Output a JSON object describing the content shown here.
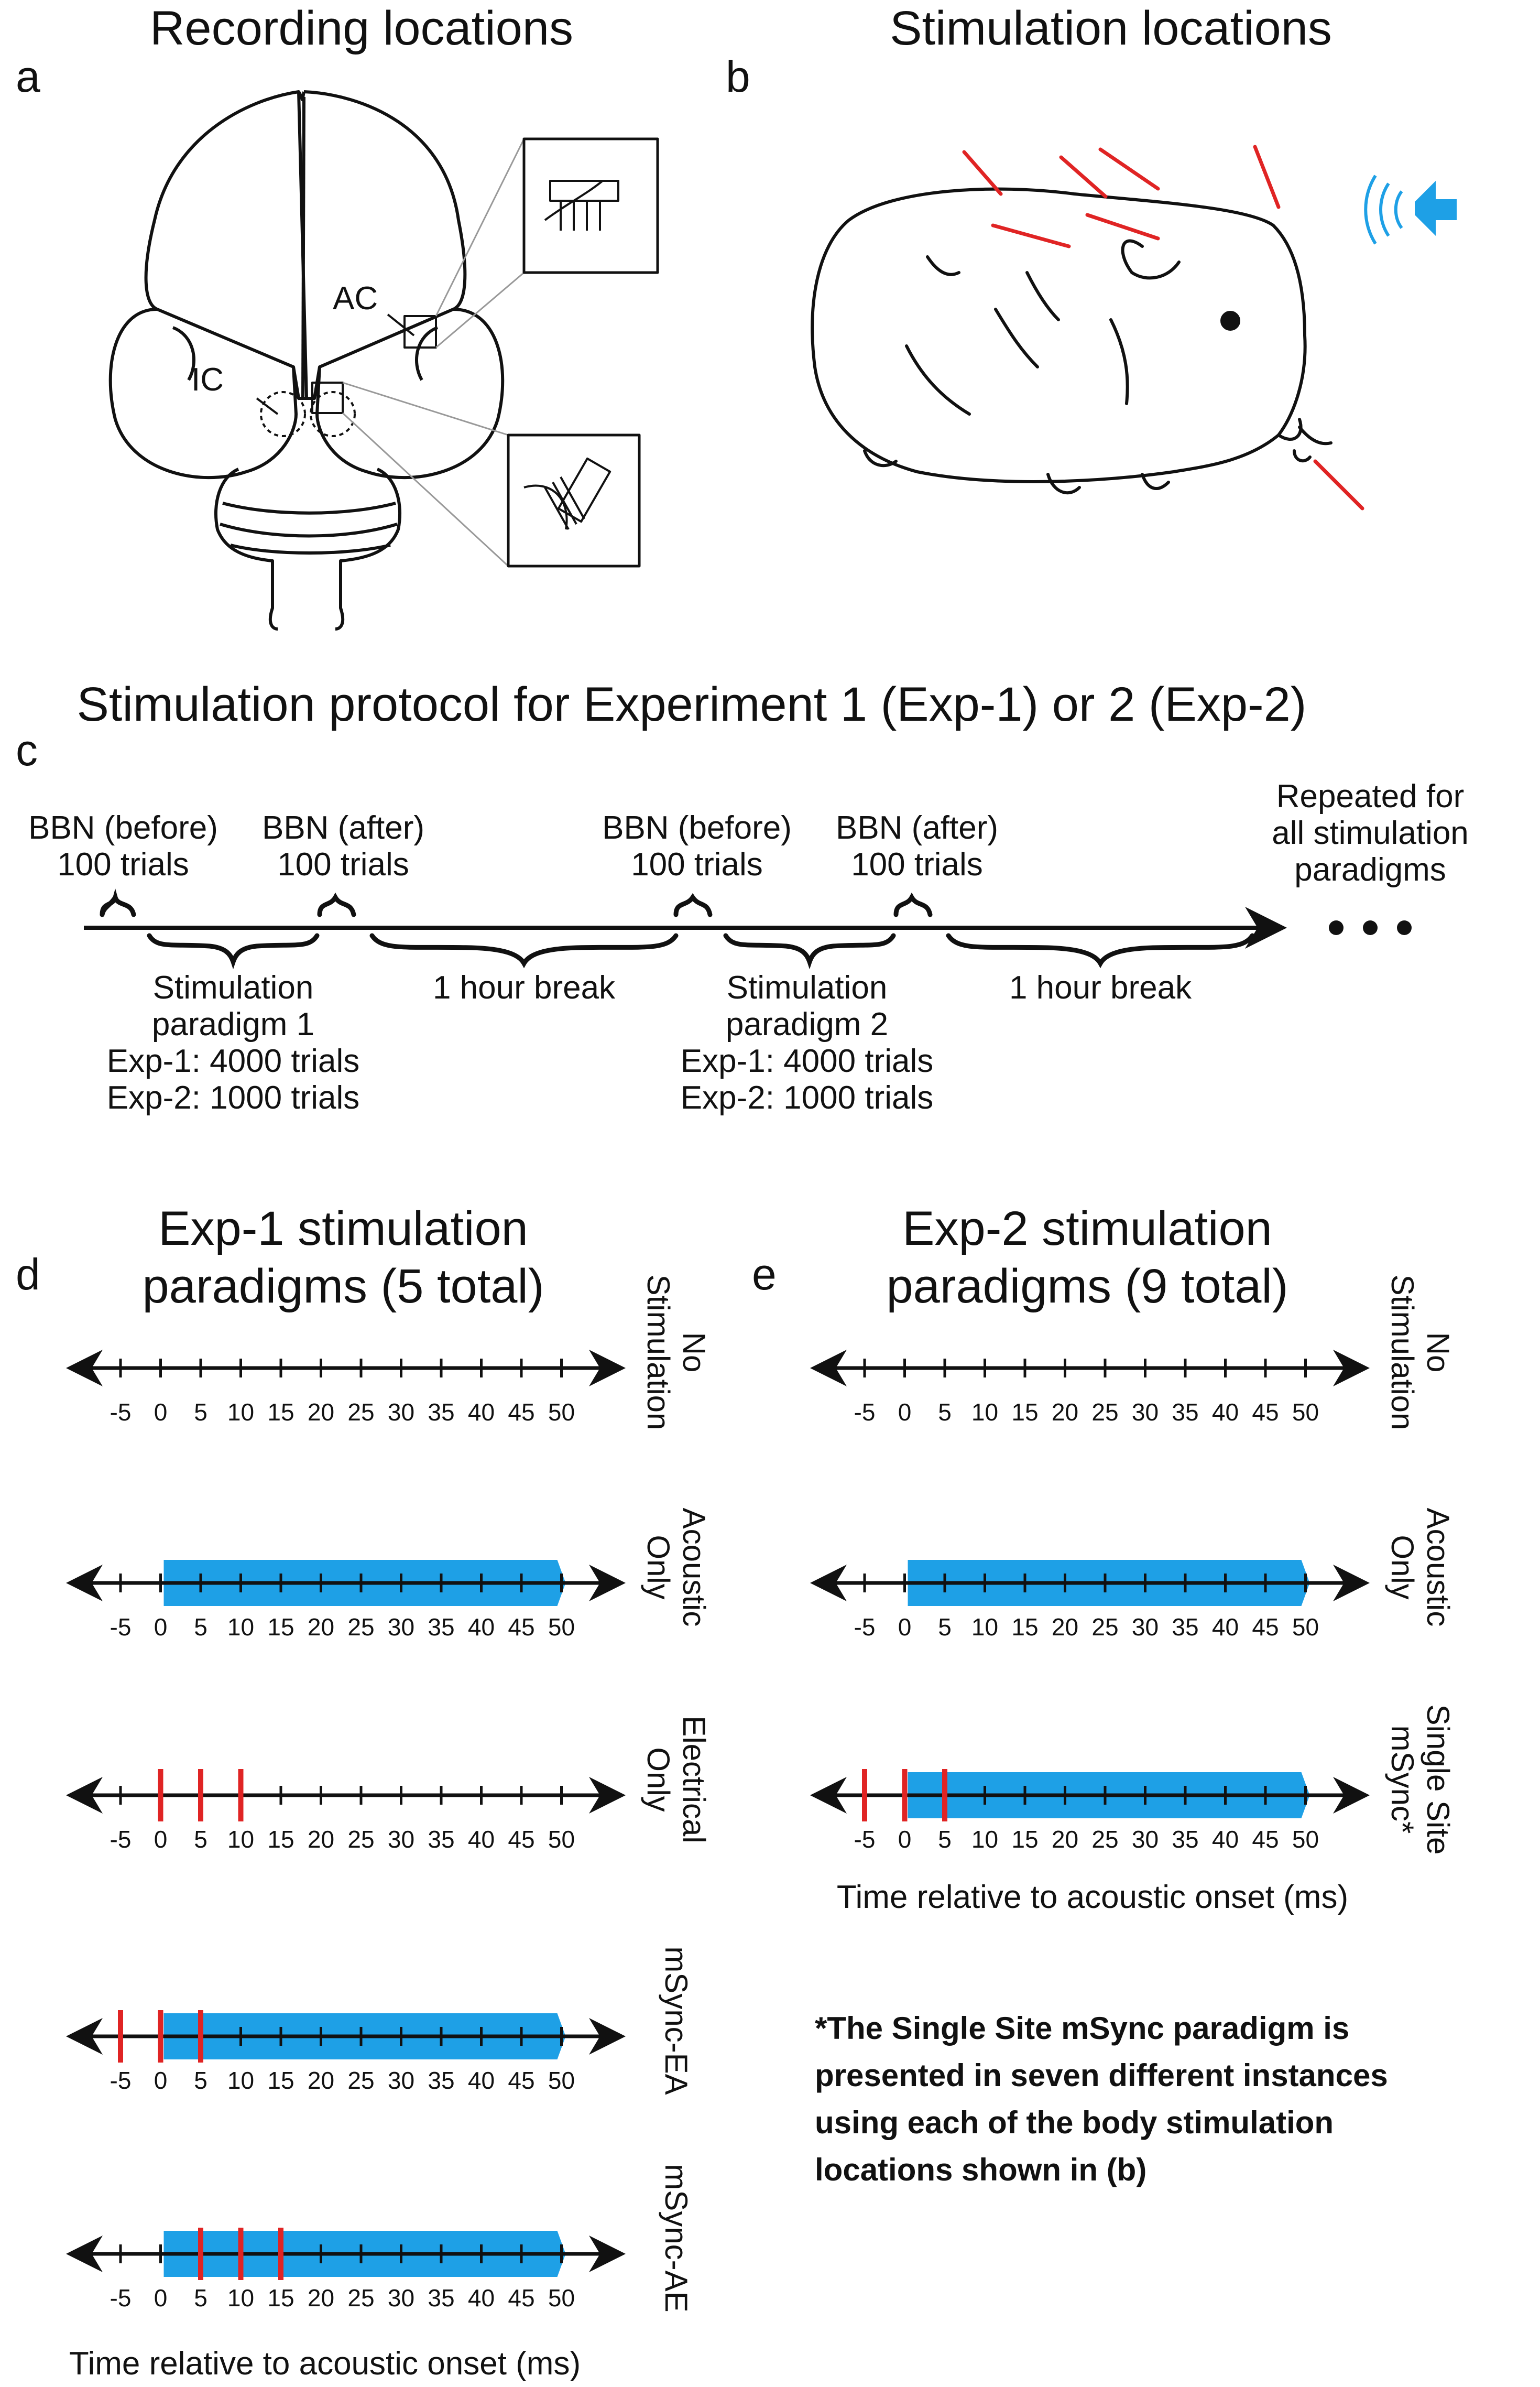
{
  "panel_a": {
    "letter": "a",
    "title": "Recording locations",
    "labels": {
      "ac": "AC",
      "ic": "IC"
    }
  },
  "panel_b": {
    "letter": "b",
    "title": "Stimulation locations",
    "icons": [
      "guinea-pig-illustration",
      "speaker-icon"
    ],
    "colors": {
      "stimulation_needle": "#e02424",
      "speaker": "#1ea0e6"
    }
  },
  "panel_c": {
    "letter": "c",
    "title": "Stimulation protocol for Experiment 1 (Exp-1) or 2 (Exp-2)",
    "bbn_before": [
      "BBN (before)",
      "100 trials"
    ],
    "bbn_after": [
      "BBN (after)",
      "100 trials"
    ],
    "paradigm_1": [
      "Stimulation",
      "paradigm 1",
      "Exp-1: 4000 trials",
      "Exp-2: 1000 trials"
    ],
    "paradigm_2": [
      "Stimulation",
      "paradigm 2",
      "Exp-1: 4000 trials",
      "Exp-2: 1000 trials"
    ],
    "break_label": "1 hour break",
    "repeat": [
      "Repeated for",
      "all stimulation",
      "paradigms"
    ],
    "ellipsis": "• • •"
  },
  "panel_d": {
    "letter": "d",
    "title": [
      "Exp-1 stimulation",
      "paradigms (5 total)"
    ],
    "xlabel": "Time relative to acoustic onset (ms)"
  },
  "panel_e": {
    "letter": "e",
    "title": [
      "Exp-2 stimulation",
      "paradigms (9 total)"
    ],
    "xlabel": "Time relative to acoustic onset (ms)",
    "footnote": [
      "*The Single Site mSync paradigm is",
      "presented in seven different instances",
      "using each of the body stimulation",
      "locations shown in (b)"
    ]
  },
  "colors": {
    "acoustic": "#1ea0e6",
    "electrical": "#e02424",
    "axis": "#111111"
  },
  "chart_data": [
    {
      "type": "timeline",
      "panel": "d",
      "ticks": [
        -5,
        0,
        5,
        10,
        15,
        20,
        25,
        30,
        35,
        40,
        45,
        50
      ],
      "rows": [
        {
          "name": "No Stimulation",
          "label": [
            "No",
            "Stimulation"
          ],
          "acoustic": null,
          "electrical": []
        },
        {
          "name": "Acoustic Only",
          "label": [
            "Acoustic",
            "Only"
          ],
          "acoustic": [
            0,
            50
          ],
          "electrical": []
        },
        {
          "name": "Electrical Only",
          "label": [
            "Electrical",
            "Only"
          ],
          "acoustic": null,
          "electrical": [
            0,
            5,
            10
          ]
        },
        {
          "name": "mSync-EA",
          "label": [
            "mSync-EA"
          ],
          "acoustic": [
            0,
            50
          ],
          "electrical": [
            -5,
            0,
            5
          ]
        },
        {
          "name": "mSync-AE",
          "label": [
            "mSync-AE"
          ],
          "acoustic": [
            0,
            50
          ],
          "electrical": [
            5,
            10,
            15
          ]
        }
      ]
    },
    {
      "type": "timeline",
      "panel": "e",
      "ticks": [
        -5,
        0,
        5,
        10,
        15,
        20,
        25,
        30,
        35,
        40,
        45,
        50
      ],
      "rows": [
        {
          "name": "No Stimulation",
          "label": [
            "No",
            "Stimulation"
          ],
          "acoustic": null,
          "electrical": []
        },
        {
          "name": "Acoustic Only",
          "label": [
            "Acoustic",
            "Only"
          ],
          "acoustic": [
            0,
            50
          ],
          "electrical": []
        },
        {
          "name": "Single Site mSync*",
          "label": [
            "Single Site",
            "mSync*"
          ],
          "acoustic": [
            0,
            50
          ],
          "electrical": [
            -5,
            0,
            5
          ]
        }
      ]
    }
  ]
}
